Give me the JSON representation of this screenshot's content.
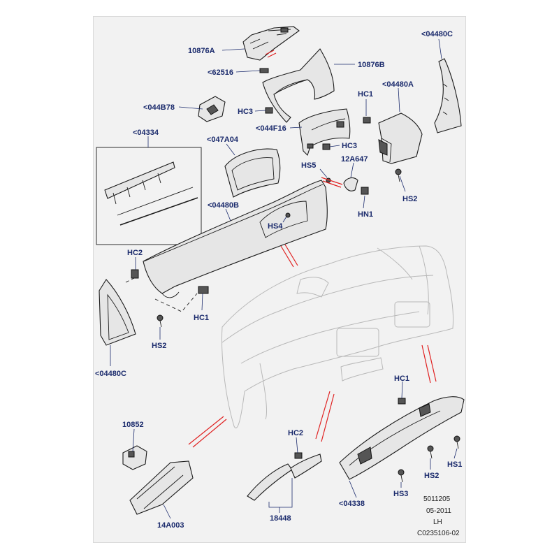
{
  "labels": {
    "l_10876A": "10876A",
    "l_62516": "<62516",
    "l_10876B": "10876B",
    "l_04480C_top": "<04480C",
    "l_HC1_top": "HC1",
    "l_04480A": "<04480A",
    "l_044B78": "<044B78",
    "l_HC3_a": "HC3",
    "l_044F16": "<044F16",
    "l_HC3_b": "HC3",
    "l_04334": "<04334",
    "l_047A04": "<047A04",
    "l_HS5": "HS5",
    "l_12A647": "12A647",
    "l_HS2_top": "HS2",
    "l_04480B": "<04480B",
    "l_HN1": "HN1",
    "l_HS4": "HS4",
    "l_HC2_left": "HC2",
    "l_HC1_left": "HC1",
    "l_HS2_left": "HS2",
    "l_04480C_left": "<04480C",
    "l_HC1_right": "HC1",
    "l_10852": "10852",
    "l_HC2_mid": "HC2",
    "l_HS1": "HS1",
    "l_HS2_right": "HS2",
    "l_HS3": "HS3",
    "l_04338": "<04338",
    "l_14A003": "14A003",
    "l_18448": "18448"
  },
  "footer": {
    "code": "5011205",
    "date": "05-2011",
    "side": "LH",
    "ref": "C0235106-02"
  }
}
